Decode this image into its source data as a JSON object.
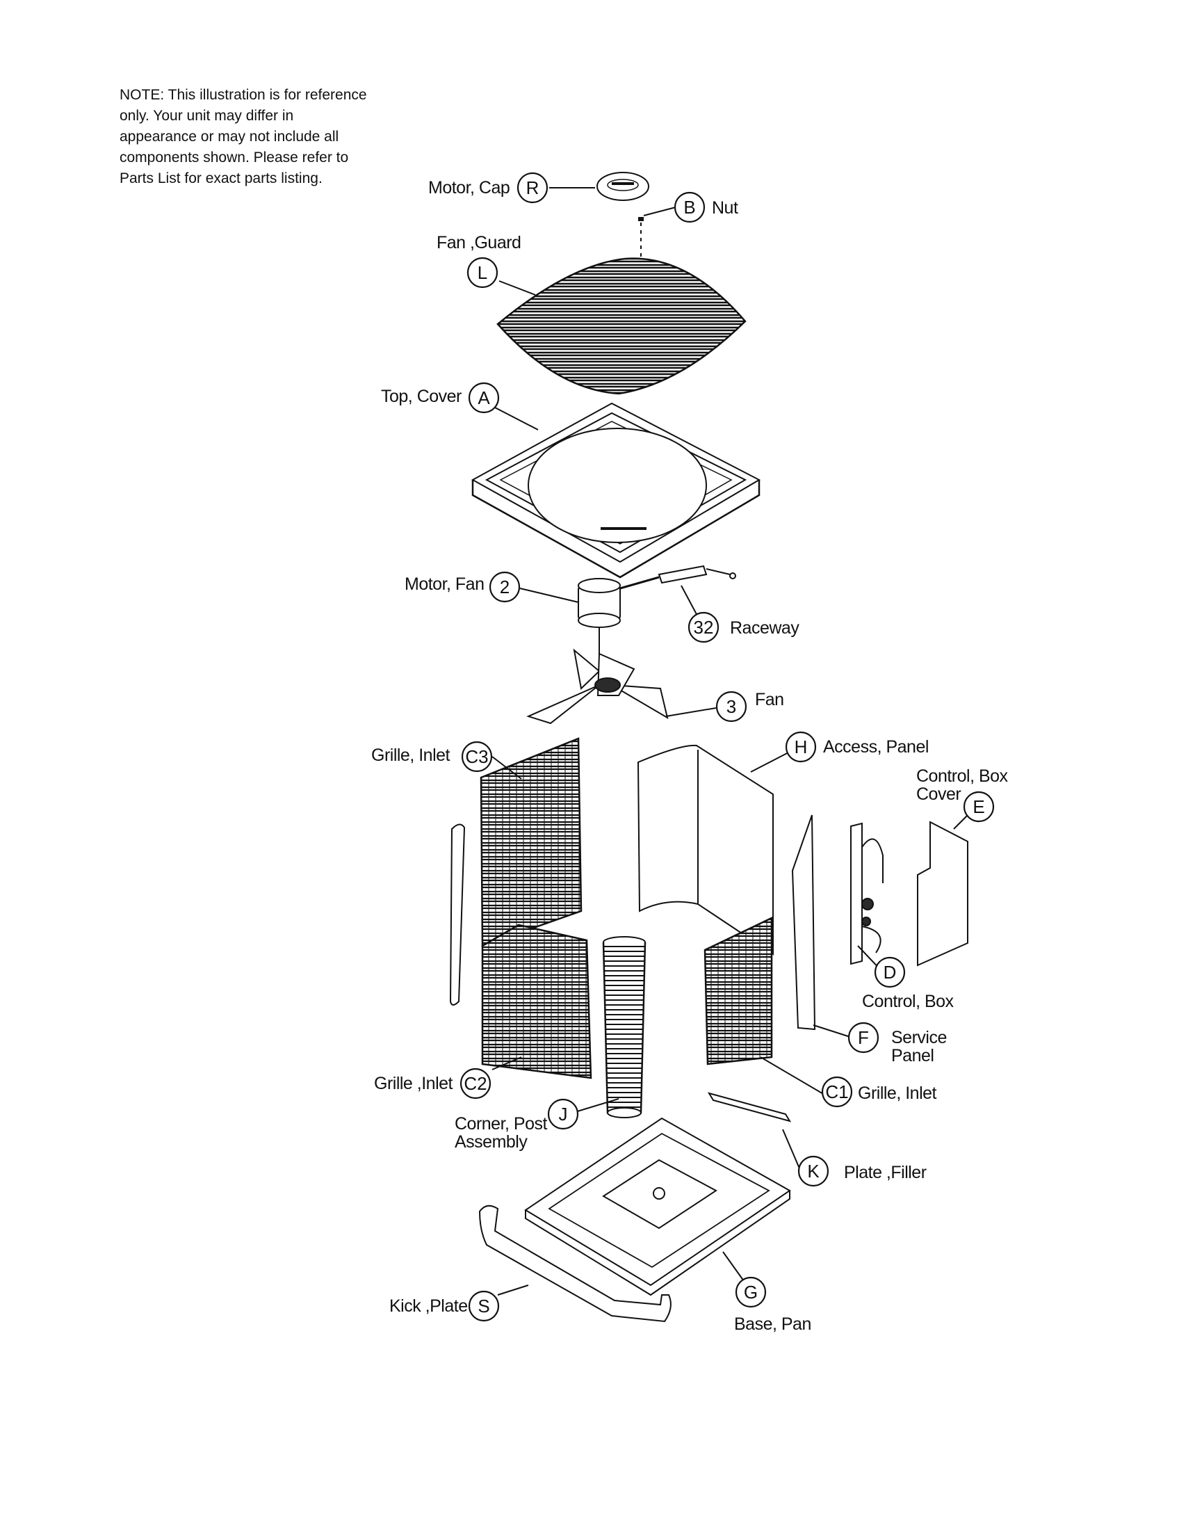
{
  "note": "NOTE: This illustration is for reference only.  Your unit may differ in appearance or may not include all components shown. Please refer to Parts List for exact parts listing.",
  "callouts": {
    "R": {
      "id": "R",
      "label": "Motor, Cap"
    },
    "B": {
      "id": "B",
      "label": "Nut"
    },
    "L": {
      "id": "L",
      "label": "Fan ,Guard"
    },
    "A": {
      "id": "A",
      "label": "Top, Cover"
    },
    "2": {
      "id": "2",
      "label": "Motor, Fan"
    },
    "32": {
      "id": "32",
      "label": "Raceway"
    },
    "3": {
      "id": "3",
      "label": "Fan"
    },
    "C3": {
      "id": "C3",
      "label": "Grille, Inlet"
    },
    "H": {
      "id": "H",
      "label": "Access, Panel"
    },
    "E": {
      "id": "E",
      "label_line1": "Control, Box",
      "label_line2": "Cover"
    },
    "D": {
      "id": "D",
      "label": "Control, Box"
    },
    "F": {
      "id": "F",
      "label_line1": "Service",
      "label_line2": "Panel"
    },
    "C2": {
      "id": "C2",
      "label": "Grille ,Inlet"
    },
    "C1": {
      "id": "C1",
      "label": "Grille, Inlet"
    },
    "J": {
      "id": "J",
      "label_line1": "Corner, Post",
      "label_line2": "Assembly"
    },
    "K": {
      "id": "K",
      "label": "Plate ,Filler"
    },
    "G": {
      "id": "G",
      "label": "Base, Pan"
    },
    "S": {
      "id": "S",
      "label": "Kick ,Plate"
    }
  }
}
